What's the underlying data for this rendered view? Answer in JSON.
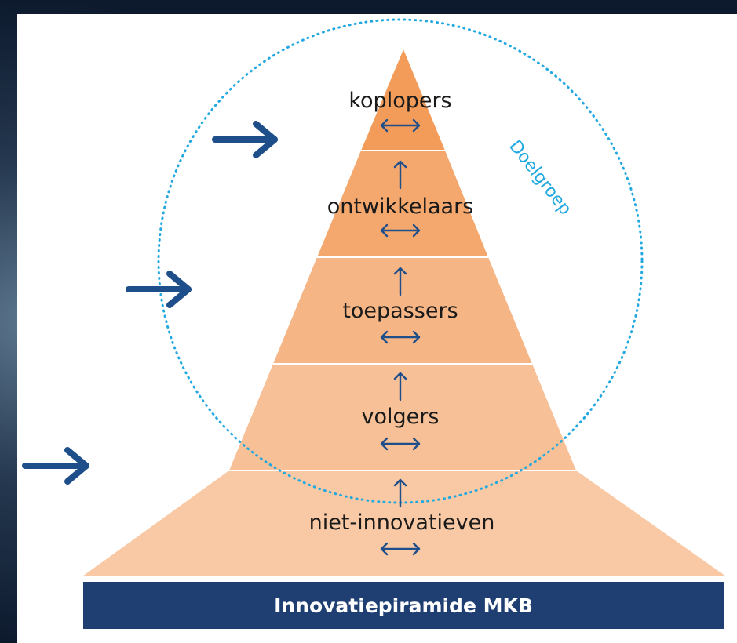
{
  "diagram": {
    "tiers": [
      {
        "label": "koplopers"
      },
      {
        "label": "ontwikkelaars"
      },
      {
        "label": "toepassers"
      },
      {
        "label": "volgers"
      },
      {
        "label": "niet-innovatieven"
      }
    ],
    "circle_label": "Doelgroep",
    "banner_label": "Innovatiepiramide MKB"
  },
  "colors": {
    "tier_fill_top": "#f39c5a",
    "tier_fill_bottom": "#f8c9a0",
    "arrow": "#1f4f8a",
    "circle": "#22a8e0",
    "banner": "#1f3f73",
    "canvas": "#ffffff",
    "background": "#0d1a2e"
  }
}
